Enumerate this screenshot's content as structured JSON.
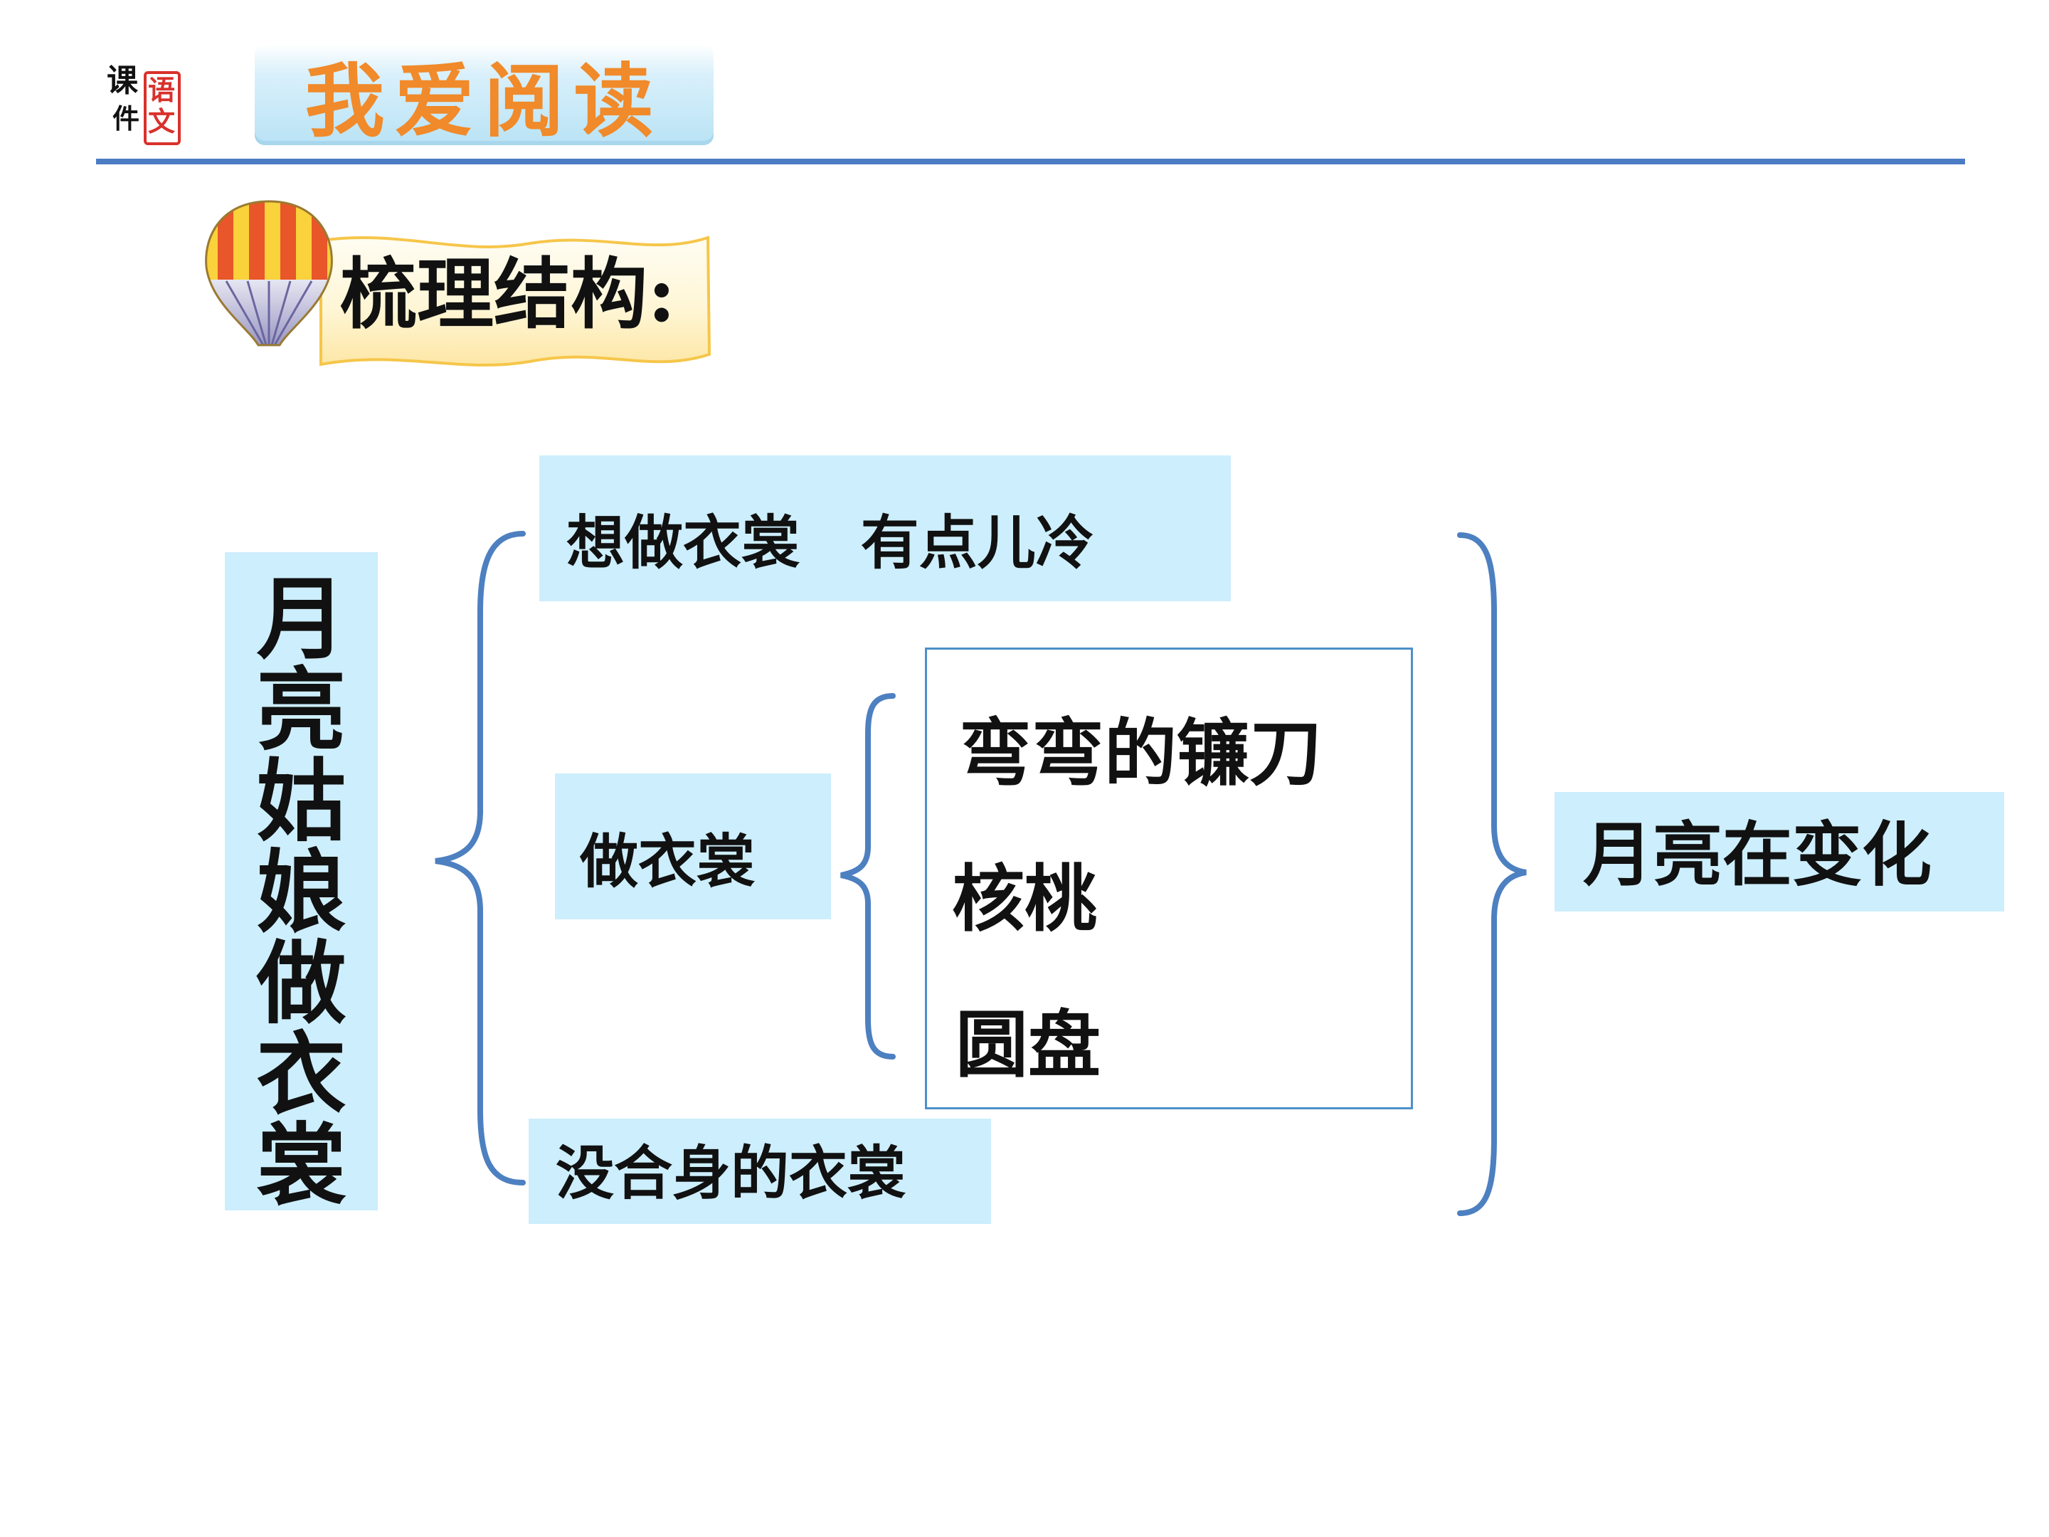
{
  "header": {
    "logo": {
      "chars": [
        "课",
        "件",
        "语",
        "文"
      ]
    },
    "title": "我爱阅读",
    "accent_color": "#f08a2a",
    "line_color": "#4b7cc4"
  },
  "section": {
    "label": "梳理结构:",
    "icon": "hot-air-balloon-icon"
  },
  "diagram": {
    "main_topic": "月\n亮\n姑\n娘\n做\n衣\n裳",
    "branches": [
      {
        "text": "想做衣裳   有点儿冷"
      },
      {
        "text": "做衣裳"
      },
      {
        "text": "没合身的衣裳"
      }
    ],
    "moon_shapes": [
      "弯弯的镰刀",
      "核桃",
      "圆盘"
    ],
    "conclusion": "月亮在变化",
    "box_color": "#cdeefc",
    "brace_color": "#4d80c0"
  }
}
